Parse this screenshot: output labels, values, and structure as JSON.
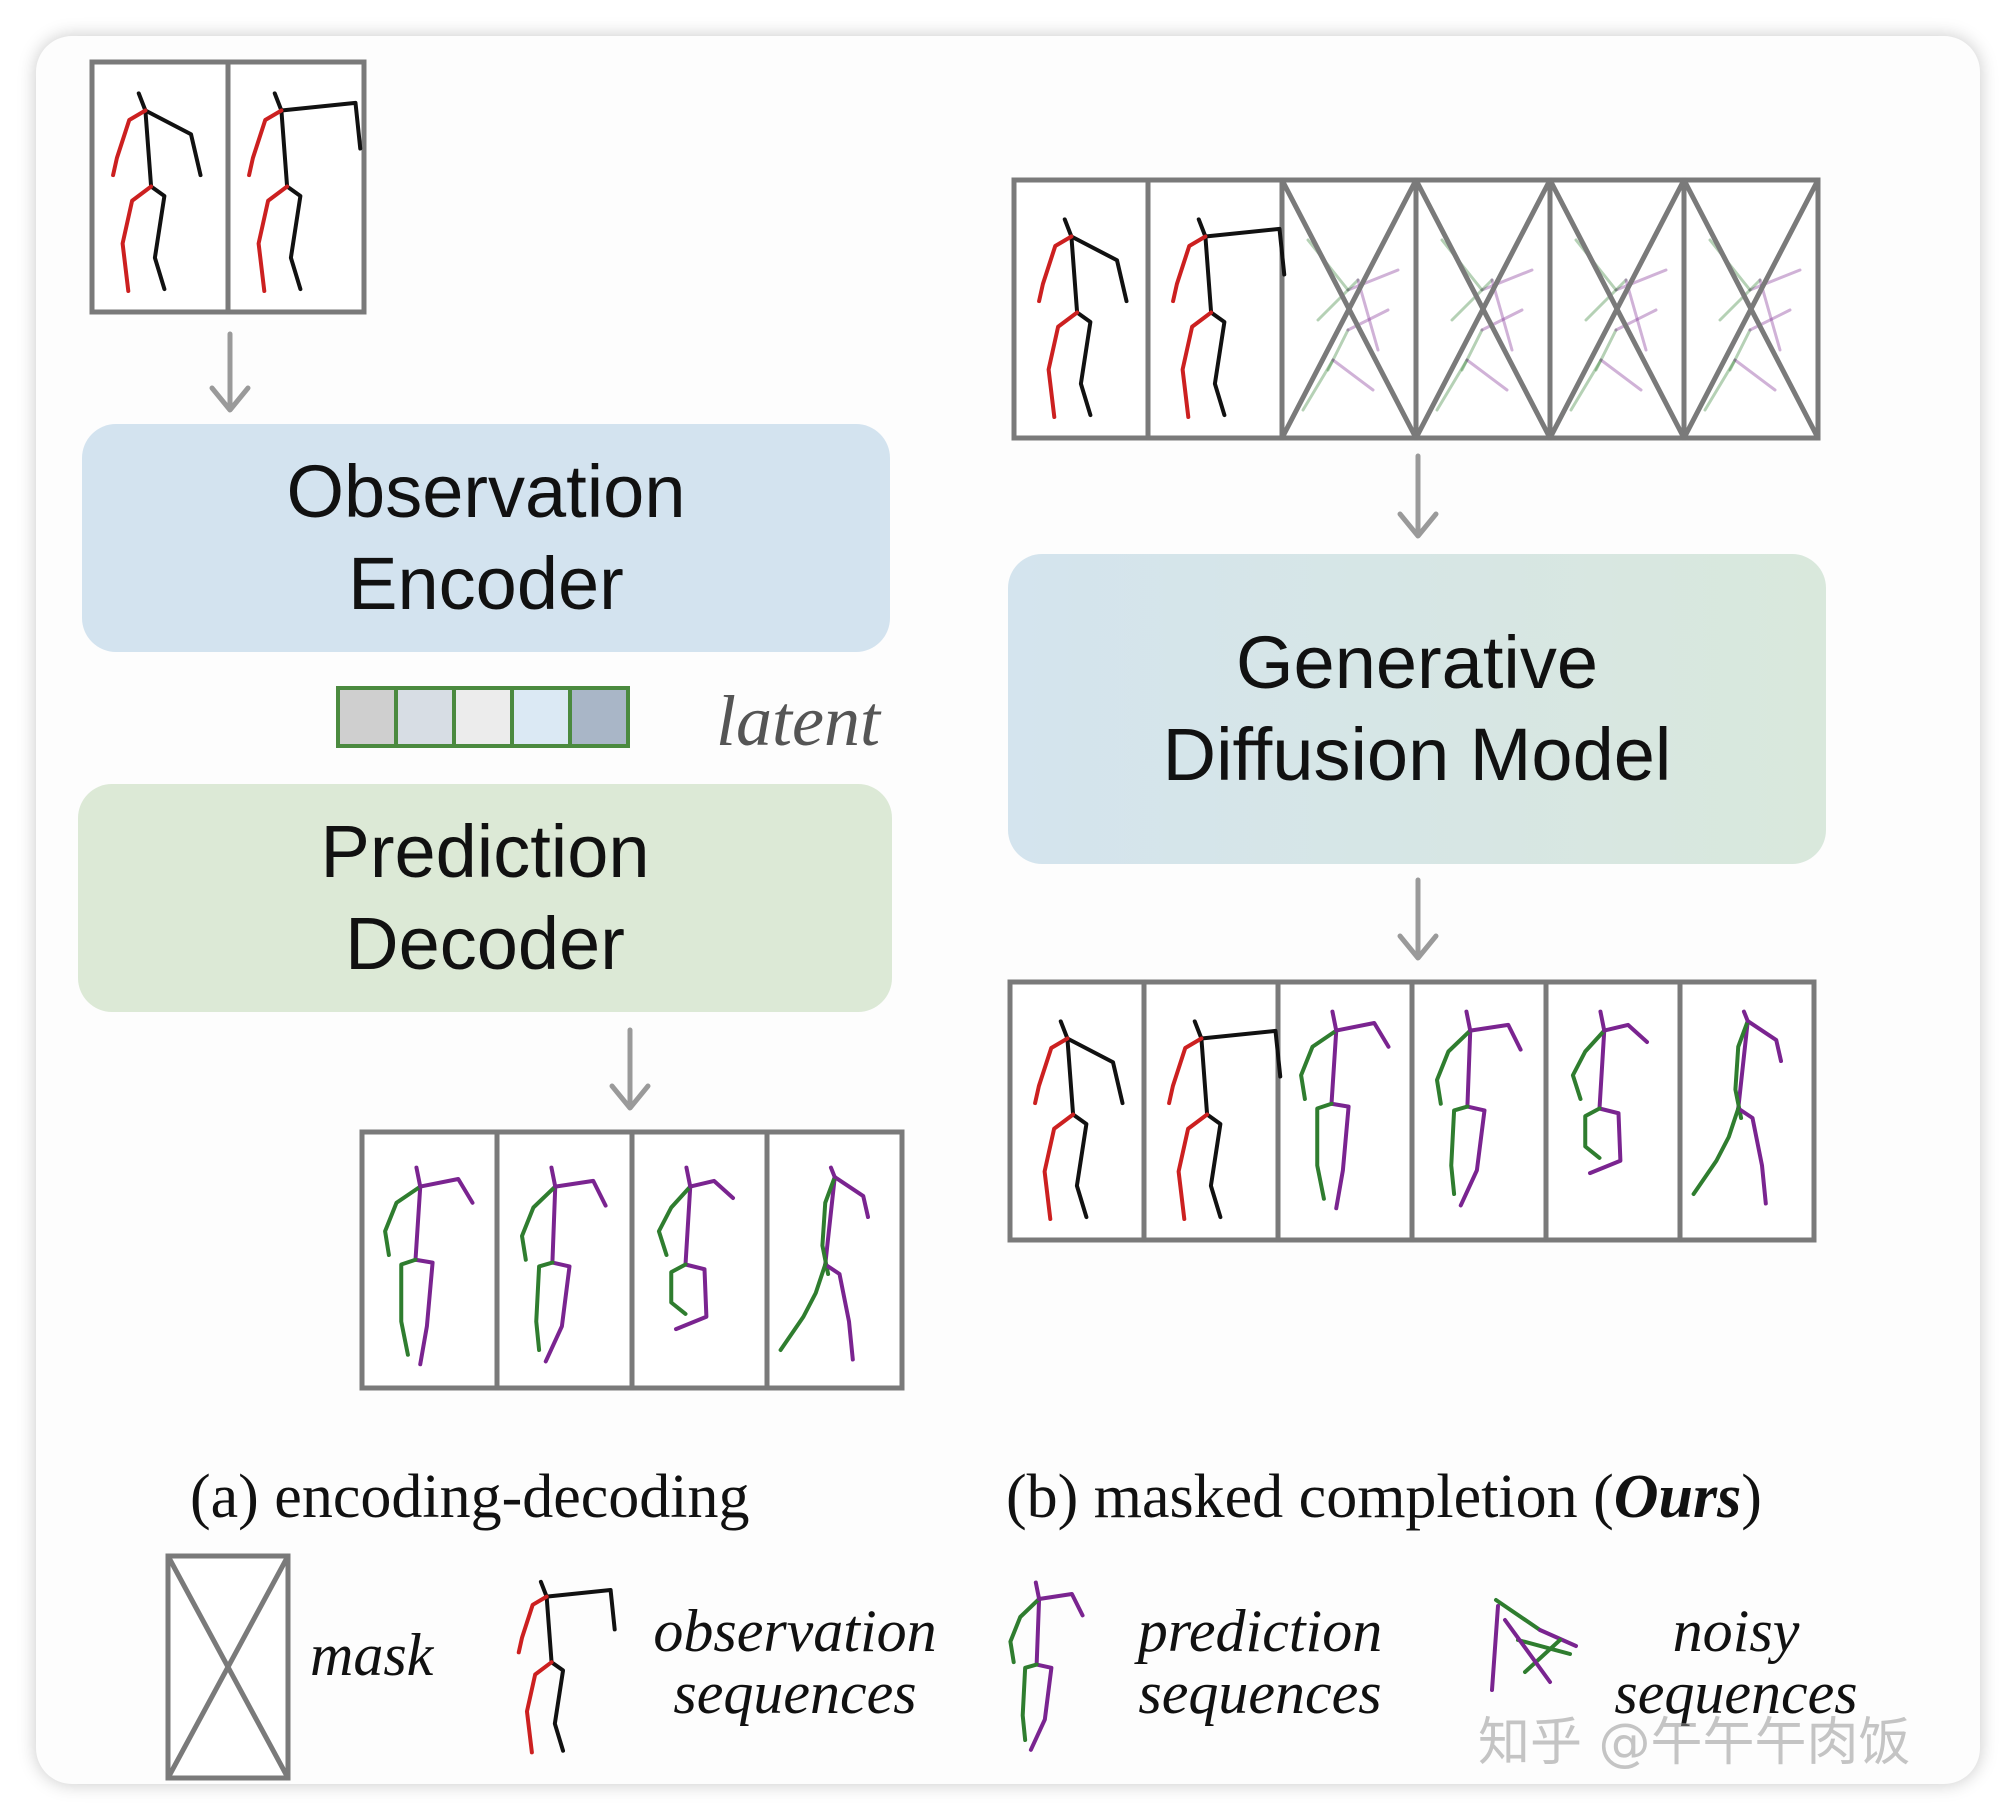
{
  "encoder": {
    "line1": "Observation",
    "line2": "Encoder"
  },
  "decoder": {
    "line1": "Prediction",
    "line2": "Decoder"
  },
  "diffusion": {
    "line1": "Generative",
    "line2": "Diffusion Model"
  },
  "latent": {
    "label": "latent",
    "cell_colors": [
      "#cfcfcf",
      "#d7dde4",
      "#ececec",
      "#dbe9f4",
      "#a9b6c7"
    ]
  },
  "captions": {
    "a": "(a) encoding-decoding",
    "b_prefix": "(b) masked completion (",
    "b_bold": "Ours",
    "b_suffix": ")"
  },
  "legend": {
    "mask": "mask",
    "observation_line1": "observation",
    "observation_line2": "sequences",
    "prediction_line1": "prediction",
    "prediction_line2": "sequences",
    "noisy_line1": "noisy",
    "noisy_line2": "sequences"
  },
  "colors": {
    "observed_limb": "#cc2020",
    "observed_body": "#111111",
    "predicted_green": "#2f7d2f",
    "predicted_purple": "#7a2490",
    "frame_border": "#7a7a7a",
    "arrow": "#9a9a9a"
  },
  "watermark": "知乎 @午午午肉饭"
}
